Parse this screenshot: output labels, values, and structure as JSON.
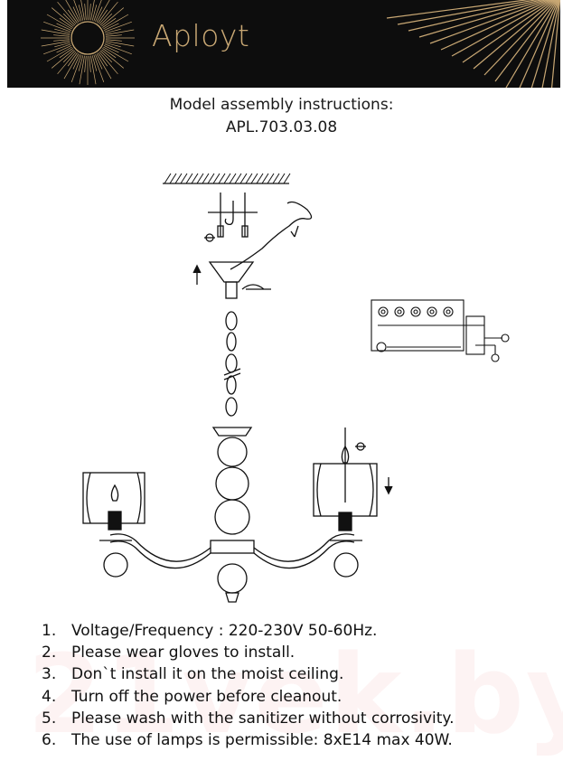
{
  "header": {
    "brand": "Aployt",
    "background": "#0d0d0d",
    "accent": "#c9a874"
  },
  "title": {
    "line1": "Model assembly instructions:",
    "line2": "APL.703.03.08"
  },
  "instructions": [
    {
      "num": "1.",
      "text": "Voltage/Frequency : 220-230V 50-60Hz."
    },
    {
      "num": "2.",
      "text": "Please wear gloves to install."
    },
    {
      "num": "3.",
      "text": "Don`t install it on the moist ceiling."
    },
    {
      "num": "4.",
      "text": "Turn off the power before cleanout."
    },
    {
      "num": "5.",
      "text": "Please wash with the sanitizer without corrosivity."
    },
    {
      "num": "6.",
      "text": "The use of lamps is permissible: 8xE14 max 40W."
    }
  ],
  "watermark": "21vek.by",
  "icons": [
    "sunburst-logo-icon",
    "gold-rays-icon",
    "chandelier-diagram",
    "wiring-diagram-icon"
  ]
}
